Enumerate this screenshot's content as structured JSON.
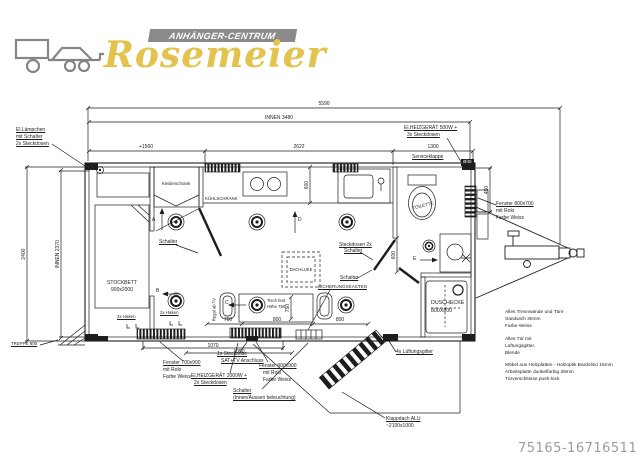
{
  "brand": {
    "badge_text": "ANHÄNGER-CENTRUM",
    "name": "Rosemeier"
  },
  "watermark": "75165-16716511",
  "colors": {
    "brand_yellow": "#e3c34d",
    "badge_gray": "#8a8a8a",
    "line_dark": "#1d1d1d",
    "watermark_gray": "#9c9c9c"
  },
  "plan": {
    "dims_top": {
      "total": "5590",
      "inner": "INNEN 3480",
      "seg_left": "+1560",
      "seg_mid": "2622",
      "seg_right": "1300"
    },
    "dims_left": {
      "outer": "2400",
      "inner": "INNEN 2370"
    },
    "dims_side": {
      "right_window": "450"
    },
    "dims_inner": {
      "kitchen_depth": "600",
      "bath_door": "600",
      "table_height": "750"
    },
    "dims_bottom": {
      "bench_left": "700",
      "table": "800",
      "bench_right": "800",
      "bed_front": "1070",
      "seating": "1050"
    },
    "vent_hole": "Ø40",
    "rooms": {
      "bed": "STOCKBETT",
      "bed_size": "900x2000",
      "wardrobe": "Kleiderschrank",
      "fridge": "KÜHLSCHRANK",
      "toilet": "TOILETTE",
      "roof_hatch": "DACHLUKE",
      "table": "Tisch fest",
      "table_height": "Höhe 750",
      "shower": "DUSCHECKE",
      "shower_size": "800X800",
      "shelf_tv": "Regal ab TV",
      "stairs": "TREPPE 800"
    },
    "markers": [
      "A",
      "B",
      "C",
      "D",
      "E"
    ],
    "callouts": {
      "lamp": [
        "El.Lämpchen",
        "mit Schalter",
        "2x Steckdosen"
      ],
      "heater_500": [
        "El.HEIZGERÄT 500W +",
        "3x Steckdosen"
      ],
      "service_flap": "Serviceklappe",
      "switch_bedroom": "Schalter",
      "sockets_bath": [
        "Steckdosen 2x",
        "Schalter"
      ],
      "switch_bath": "Schalter",
      "fuse_box": "SICHERUNGSKASTEN",
      "hooks_left": "2x Haken",
      "hooks_right": "2x Haken",
      "window_bottom_left": [
        "Fenster 700x900",
        "mit Rolo",
        "Farbe Weiss"
      ],
      "sat_tv": [
        "1x Steckdose",
        "SAT+TV Anschluss"
      ],
      "heater_2000": [
        "El.HEIZGERÄT 2000W +",
        "2x Steckdosen"
      ],
      "window_bottom_mid": [
        "Fenster 900x900",
        "mit Rolo",
        "Farbe Weiss"
      ],
      "switch_lights": [
        "Schalter",
        "(Innen/Aussen beleuchtung)"
      ],
      "vents": "4x Lüftungsgitter",
      "folding_roof": [
        "Klappdach ALU",
        "~2100x1000"
      ],
      "window_right": [
        "Fenster 800x700",
        "mit Rolo",
        "Farbe Weiss"
      ]
    },
    "notes": {
      "partitions": [
        "Alles Trennwände und Türe",
        "Sandwich 30mm",
        "Farbe Weiss"
      ],
      "doors": [
        "Alles Tür mit",
        "Lüftungsgitter,",
        "Blende"
      ],
      "furniture": [
        "Möbel aus Holzplatten - Holzoptik Bardolino 16mm",
        "Arbeitsplatte dunkelfarbig 28mm",
        "Türverschlüsse push-lock"
      ]
    }
  }
}
